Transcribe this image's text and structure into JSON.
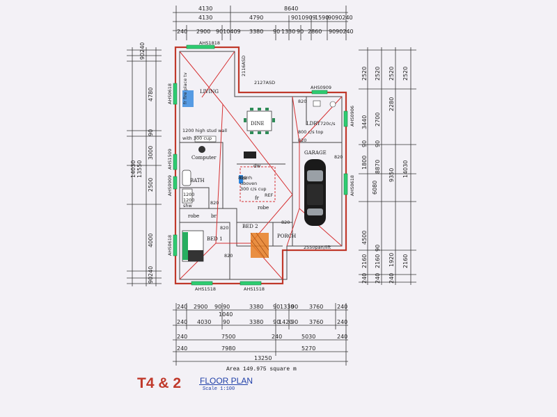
{
  "sheet": {
    "title_badge": "T4 & 2",
    "plan_title": "FLOOR PLAN",
    "scale": "Scale 1:100",
    "area": "Area 149.975 square m"
  },
  "top_dims": {
    "row1": [
      "4130",
      "8640"
    ],
    "row2": [
      "4130",
      "4790",
      "9010909",
      "1590",
      "9090240"
    ],
    "row3": [
      "240",
      "2900",
      "9010409",
      "3380",
      "90",
      "1330",
      "90",
      "2860",
      "9090240"
    ]
  },
  "bottom_dims": {
    "row1": [
      "240",
      "2900",
      "90",
      "90",
      "3380",
      "90",
      "1330",
      "90",
      "3760",
      "240"
    ],
    "row1_sub": "1040",
    "row2": [
      "240",
      "4030",
      "90",
      "3380",
      "90",
      "1420",
      "90",
      "3760",
      "240"
    ],
    "row3": [
      "240",
      "7500",
      "240",
      "5030",
      "240"
    ],
    "row4": [
      "240",
      "7980",
      "5270"
    ],
    "row5": [
      "13250"
    ]
  },
  "left_dims": {
    "outer": [
      "240",
      "90",
      "4780",
      "90",
      "3000",
      "2500",
      "4000",
      "240",
      "90"
    ],
    "mid": [
      "14030",
      "13550"
    ]
  },
  "right_dims": {
    "col1": [
      "2520",
      "3440",
      "90",
      "1800",
      "6080",
      "4500",
      "2160",
      "240"
    ],
    "col2": [
      "2520",
      "2700",
      "90",
      "8870",
      "90",
      "2160",
      "240"
    ],
    "col3": [
      "2520",
      "2280",
      "9350",
      "1920",
      "240"
    ],
    "col4": [
      "2520",
      "14030",
      "2160"
    ]
  },
  "rooms": {
    "living": "LIVING",
    "dine": "DINE",
    "ldry": "LDRY",
    "garage": "GARAGE",
    "computer": "Computer",
    "bath": "BATH",
    "bed1": "BED 1",
    "bed2": "BED 2",
    "porch": "PORCH",
    "robe1": "robe",
    "robe2": "robe",
    "br": "br",
    "dw": "dw",
    "fr": "fr"
  },
  "notes": {
    "wall_note_1": "1200 high stud wall",
    "wall_note_2": "with 300 cup",
    "laundry_note": "720c/s",
    "laundry_note2": "800 c/s top",
    "kitchen_note1": "hp/rh",
    "kitchen_note2": "uboven",
    "kitchen_note3": "300 c/s cup",
    "kitchen_note4": "REF",
    "bath_note1": "1200",
    "bath_note2": "1200",
    "bath_note3": "shw",
    "garage_door": "2550pan/lift",
    "ensuite_note": "2127ASD",
    "vertical_asd": "2116ASD",
    "living_note": "fr fire place tv"
  },
  "windows": {
    "top_left": "AHS1818",
    "top_right": "AHS0909",
    "left_1": "AHS0618",
    "left_2": "AHS1509",
    "left_3": "AHS0909",
    "left_4": "AHS0618",
    "right_1": "AHS0906",
    "right_2": "AHS0618",
    "bottom_1": "AHS1518",
    "bottom_2": "AHS1518"
  },
  "door_labels": [
    "820",
    "820",
    "820",
    "820",
    "820",
    "820",
    "820",
    "820"
  ],
  "colors": {
    "title_red": "#c0392b",
    "plan_blue": "#1f3fa8",
    "wall_red": "#c0392b",
    "window_green": "#2ecc71"
  }
}
